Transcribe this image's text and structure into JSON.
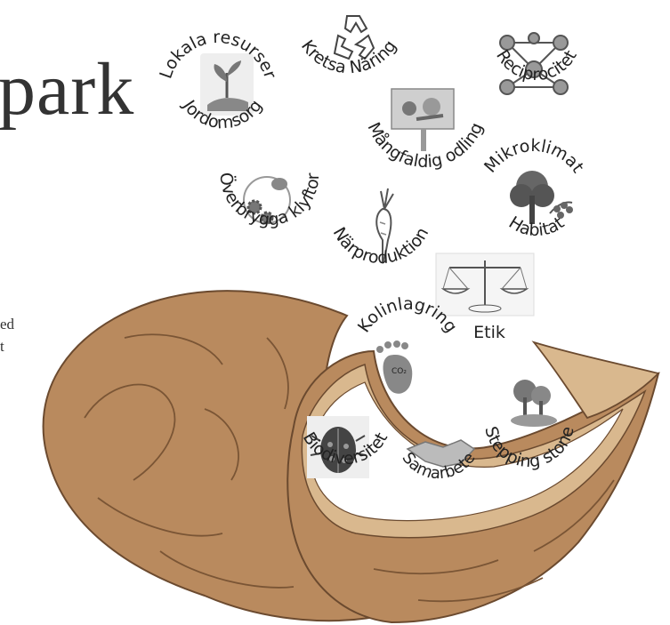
{
  "title_fragment": "park",
  "side_text": [
    "ed",
    "t"
  ],
  "concepts": [
    {
      "id": "lokala",
      "label": "Lokala resurser",
      "label2": "Jordomsorg",
      "icon": "plant-in-hand-icon"
    },
    {
      "id": "kretsa",
      "label": "Kretsa Näring",
      "icon": "recycle-icon"
    },
    {
      "id": "reciprocitet",
      "label": "Reciprocitet",
      "icon": "network-people-icon"
    },
    {
      "id": "mangfaldig",
      "label": "Mångfaldig odling",
      "icon": "vegetable-sign-icon"
    },
    {
      "id": "mikroklimat",
      "label": "Mikroklimat",
      "label2": "Habitat",
      "icon": "tree-and-shrub-icon"
    },
    {
      "id": "overbrygga",
      "label": "Överbrygga klyftor",
      "icon": "gears-and-ideas-icon"
    },
    {
      "id": "narproduktion",
      "label": "Närproduktion",
      "icon": "carrot-icon"
    },
    {
      "id": "etik",
      "label": "Etik",
      "icon": "scales-icon"
    },
    {
      "id": "kolinlagring",
      "label": "Kolinlagring",
      "icon": "co2-footprint-icon"
    },
    {
      "id": "stepping",
      "label": "Stepping stone",
      "icon": "trees-on-stone-icon"
    },
    {
      "id": "biodiversitet",
      "label": "Biodiversitet",
      "icon": "beetle-icon"
    },
    {
      "id": "samarbete",
      "label": "Samarbete",
      "icon": "handshake-icon"
    }
  ],
  "colors": {
    "shell_outer": "#b98a5e",
    "shell_outline": "#6b4a2f",
    "shell_inner": "#d9b88e",
    "shell_lines": "#7a5535"
  }
}
